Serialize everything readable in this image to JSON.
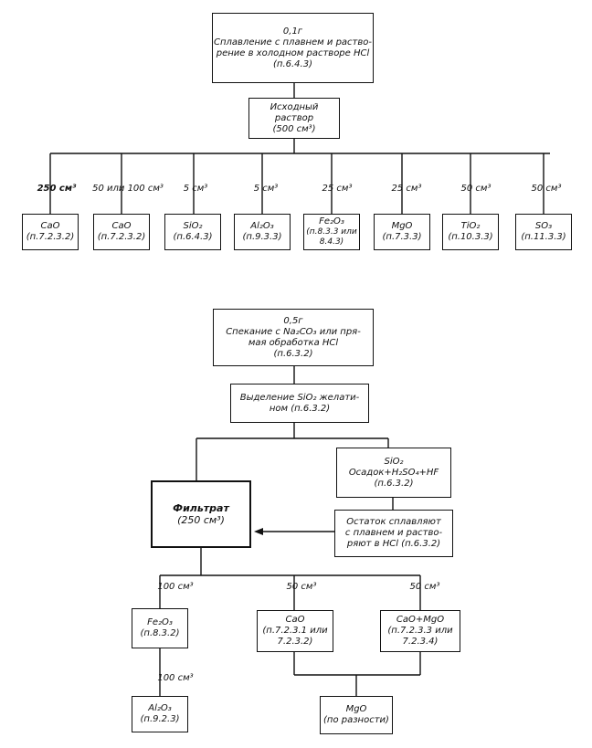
{
  "top": {
    "root": {
      "l1": "0,1г",
      "l2": "Сплавление с плавнем и раство-",
      "l3": "рение в холодном растворе НСl",
      "l4": "(п.6.4.3)"
    },
    "solution": {
      "l1": "Исходный",
      "l2": "раствор",
      "l3": "(500 см³)"
    },
    "branches": [
      {
        "amount": "250 см³",
        "name": "CaO",
        "ref": "(п.7.2.3.2)"
      },
      {
        "amount": "50 или 100 см³",
        "name": "CaO",
        "ref": "(п.7.2.3.2)"
      },
      {
        "amount": "5 см³",
        "name": "SiO₂",
        "ref": "(п.6.4.3)"
      },
      {
        "amount": "5 см³",
        "name": "Al₂O₃",
        "ref": "(п.9.3.3)"
      },
      {
        "amount": "25 см³",
        "name": "Fe₂O₃",
        "ref": "(п.8.3.3 или",
        "ref2": "8.4.3)"
      },
      {
        "amount": "25 см³",
        "name": "MgO",
        "ref": "(п.7.3.3)"
      },
      {
        "amount": "50 см³",
        "name": "TiO₂",
        "ref": "(п.10.3.3)"
      },
      {
        "amount": "50 см³",
        "name": "SO₃",
        "ref": "(п.11.3.3)"
      }
    ]
  },
  "bottom": {
    "root": {
      "l1": "0,5г",
      "l2": "Спекание с Na₂CO₃ или пря-",
      "l3": "мая обработка НСl",
      "l4": "(п.6.3.2)"
    },
    "gelatin": {
      "l1": "Выделение SiO₂ желати-",
      "l2": "ном   (п.6.3.2)"
    },
    "sio2": {
      "l1": "SiO₂",
      "l2": "Осадок+H₂SO₄+HF",
      "l3": "(п.6.3.2)"
    },
    "filtrate": {
      "l1": "Фильтрат",
      "l2": "(250 см³)"
    },
    "residue": {
      "l1": "Остаток сплавляют",
      "l2": "с плавнем и раство-",
      "l3": "ряют в НСl (п.6.3.2)"
    },
    "amounts": {
      "left": "100 см³",
      "mid": "50 см³",
      "right": "50 см³",
      "al": "100 см³"
    },
    "fe2o3": {
      "l1": "Fe₂O₃",
      "l2": "(п.8.3.2)"
    },
    "cao": {
      "l1": "CaO",
      "l2": "(п.7.2.3.1 или",
      "l3": "7.2.3.2)"
    },
    "caomgo": {
      "l1": "CaO+MgO",
      "l2": "(п.7.2.3.3 или",
      "l3": "7.2.3.4)"
    },
    "al2o3": {
      "l1": "Al₂O₃",
      "l2": "(п.9.2.3)"
    },
    "mgo": {
      "l1": "MgO",
      "l2": "(по разности)"
    }
  }
}
